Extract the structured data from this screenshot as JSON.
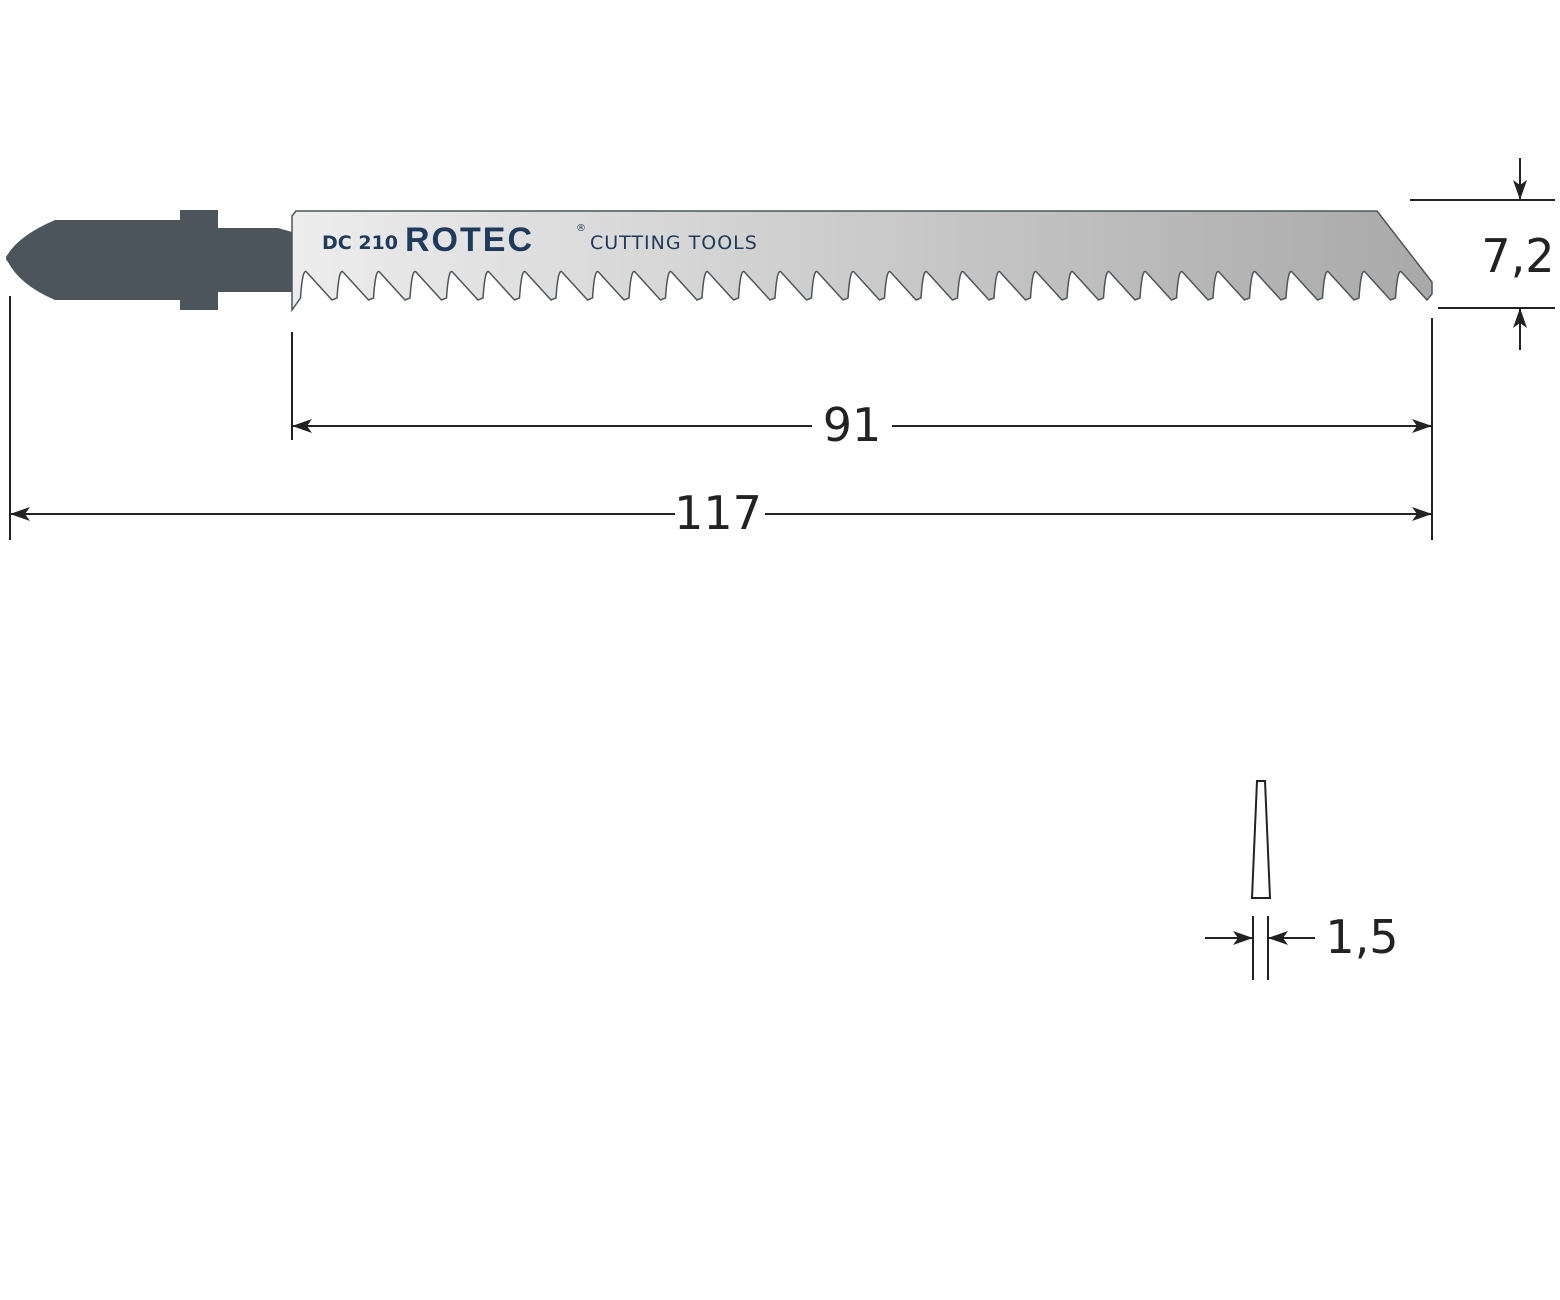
{
  "blade": {
    "model": "DC 210",
    "brand": "ROTEC",
    "registered": "®",
    "tagline": "CUTTING TOOLS",
    "shank_color": "#4c555c",
    "blade_color_light": "#eaeaea",
    "blade_color_dark": "#a9a9a9",
    "text_color": "#1f3a5a"
  },
  "dimensions": {
    "width": "7,2",
    "working_length": "91",
    "total_length": "117",
    "thickness": "1,5"
  }
}
